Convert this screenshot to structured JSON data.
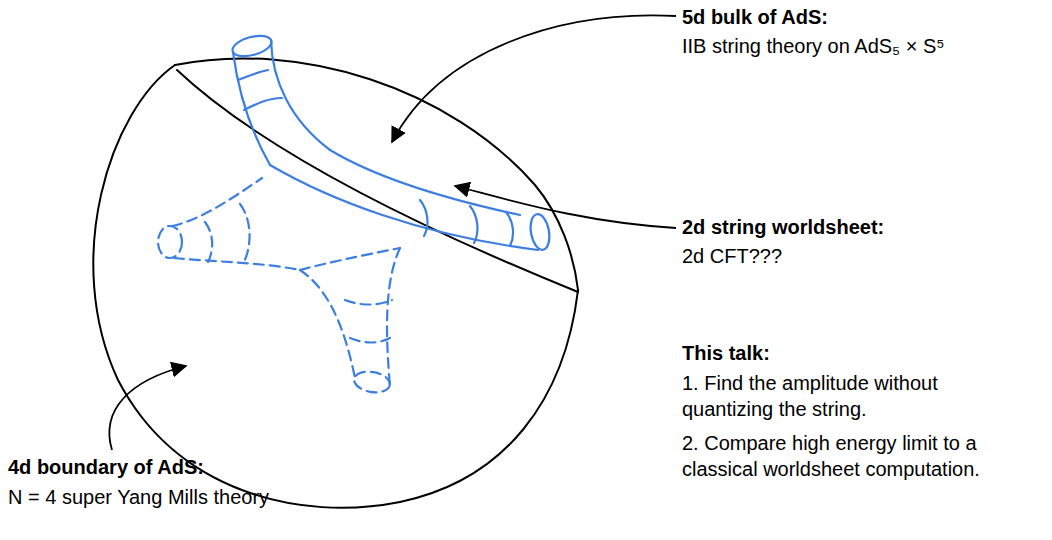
{
  "diagram": {
    "labels": [
      "5d bulk of AdS:",
      "IIB string theory on AdS₅ × S⁵",
      "2d string worldsheet:",
      "2d CFT???",
      "This talk:",
      "1. Find the amplitude without quantizing the string.",
      "2. Compare high energy limit to a classical worldsheet computation.",
      "4d boundary of AdS:",
      "N = 4 super Yang Mills theory"
    ]
  }
}
